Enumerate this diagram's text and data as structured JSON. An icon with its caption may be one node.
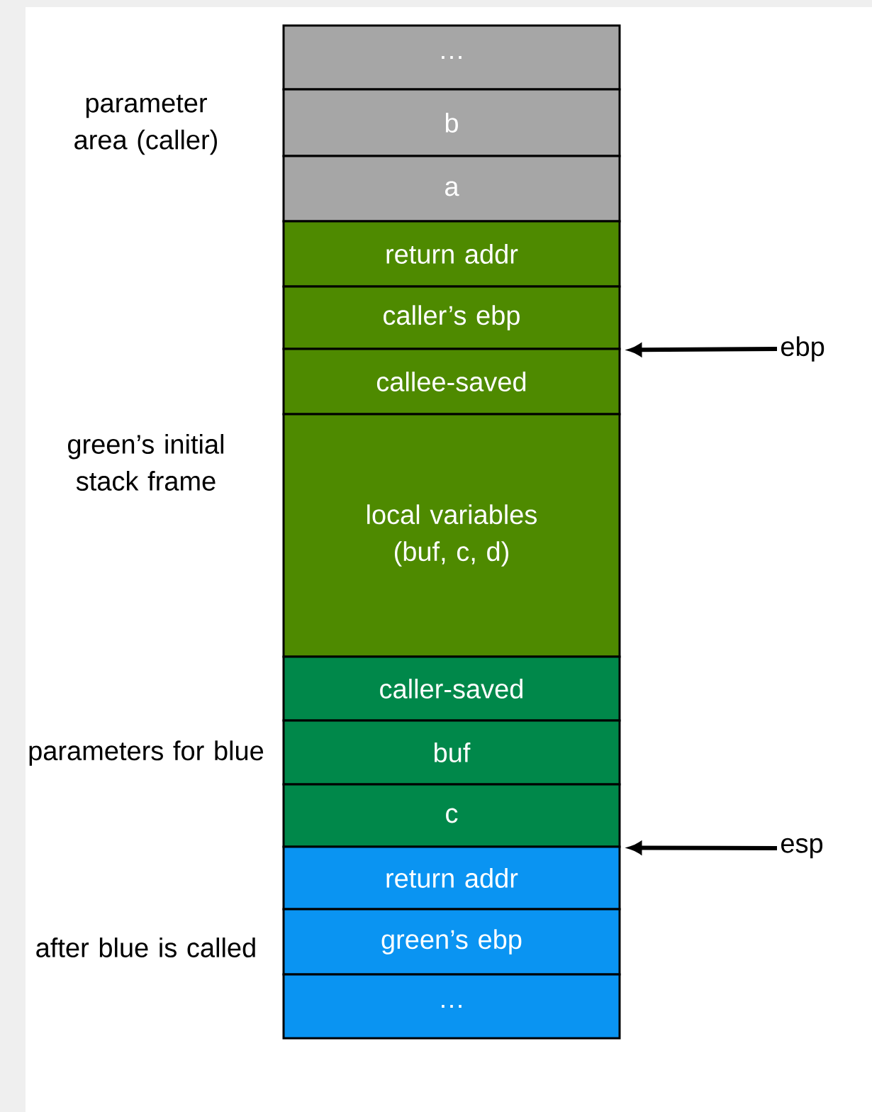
{
  "diagram": {
    "nodes": [
      {
        "text": [
          "…"
        ]
      },
      {
        "text": [
          "b"
        ]
      },
      {
        "text": [
          "a"
        ]
      },
      {
        "text": [
          "return addr"
        ]
      },
      {
        "text": [
          "caller’s ebp"
        ]
      },
      {
        "text": [
          "callee-saved"
        ]
      },
      {
        "text": [
          "local variables (buf, c, d)"
        ]
      },
      {
        "text": [
          "caller-saved"
        ]
      },
      {
        "text": [
          "buf"
        ]
      },
      {
        "text": [
          "c"
        ]
      },
      {
        "text": [
          "return addr"
        ]
      },
      {
        "text": [
          "green’s ebp"
        ]
      },
      {
        "text": [
          "…"
        ]
      },
      {
        "text": [
          "ebp"
        ]
      },
      {
        "text": [
          "esp"
        ]
      }
    ],
    "edges": [
      {
        "from": 13,
        "to": 4,
        "arrow": "to"
      },
      {
        "from": 14,
        "to": 9,
        "arrow": "to"
      }
    ],
    "labels": [
      "parameter area (caller)",
      "green’s initial stack frame",
      "parameters for blue",
      "after blue is called"
    ]
  }
}
